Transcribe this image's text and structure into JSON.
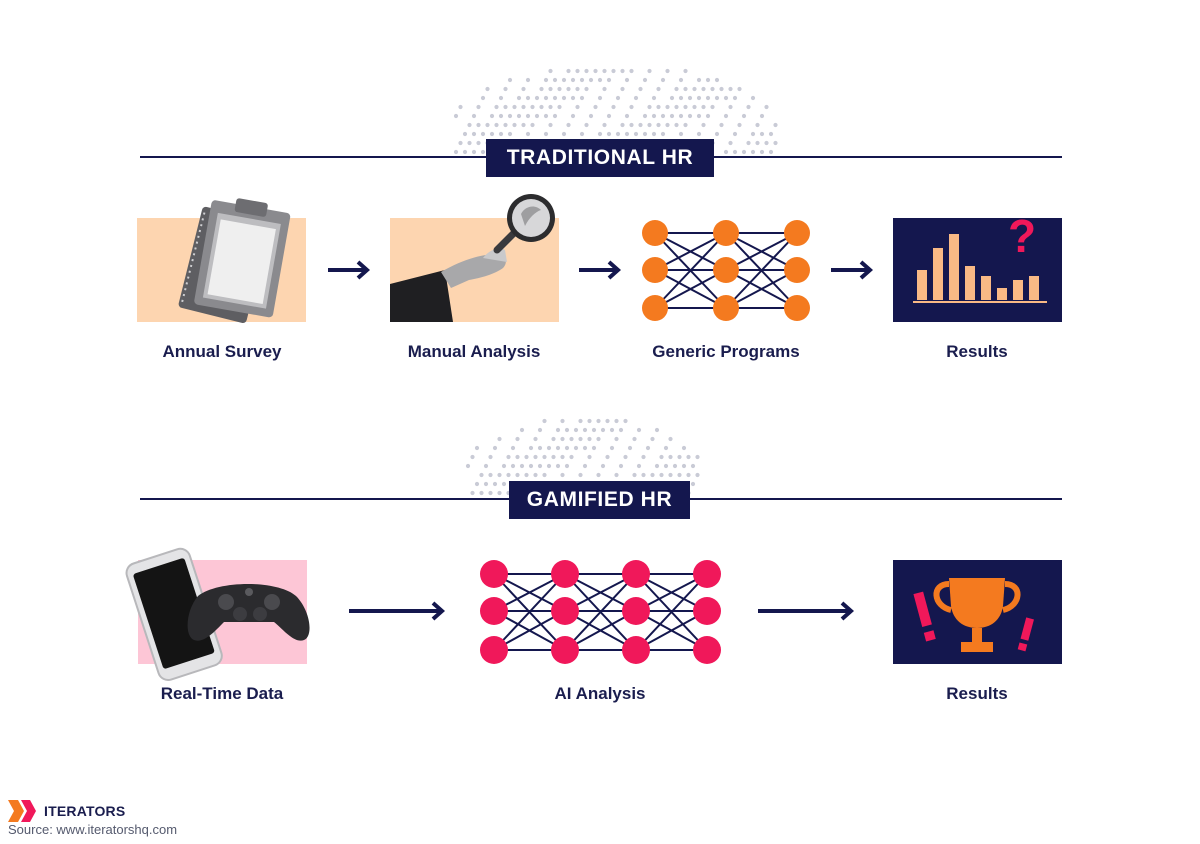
{
  "traditional": {
    "title": "TRADITIONAL HR",
    "steps": [
      {
        "label": "Annual Survey",
        "icon": "clipboard-survey-icon"
      },
      {
        "label": "Manual Analysis",
        "icon": "magnifying-glass-hand-icon"
      },
      {
        "label": "Generic Programs",
        "icon": "network-nodes-icon"
      },
      {
        "label": "Results",
        "icon": "bar-chart-question-icon"
      }
    ]
  },
  "gamified": {
    "title": "GAMIFIED HR",
    "steps": [
      {
        "label": "Real-Time Data",
        "icon": "phone-gamepad-icon"
      },
      {
        "label": "AI Analysis",
        "icon": "neural-network-icon"
      },
      {
        "label": "Results",
        "icon": "trophy-icon"
      }
    ]
  },
  "colors": {
    "navy": "#14174e",
    "orange": "#f47a1f",
    "peach": "#fdd5b0",
    "pink": "#fdc6d6",
    "magenta": "#f0185a",
    "bar": "#f9b985"
  },
  "footer": {
    "brand": "ITERATORS",
    "source": "Source: www.iteratorshq.com"
  }
}
